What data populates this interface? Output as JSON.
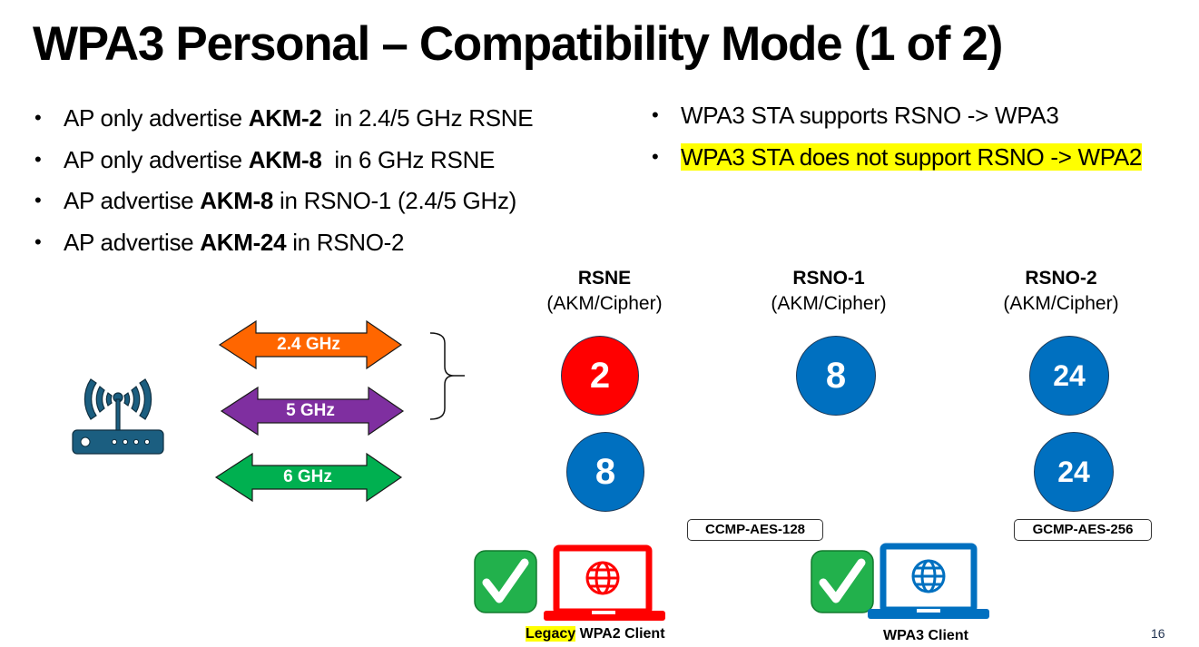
{
  "slide": {
    "title": "WPA3 Personal – Compatibility Mode (1 of 2)",
    "page_number": "16"
  },
  "left_bullets": [
    {
      "pre": "AP only advertise ",
      "bold": "AKM-2",
      "post": "  in 2.4/5 GHz RSNE"
    },
    {
      "pre": "AP only advertise ",
      "bold": "AKM-8",
      "post": "  in 6 GHz RSNE"
    },
    {
      "pre": "AP advertise ",
      "bold": "AKM-8",
      "post": " in RSNO-1 (2.4/5 GHz)"
    },
    {
      "pre": "AP advertise ",
      "bold": "AKM-24",
      "post": " in RSNO-2"
    }
  ],
  "right_bullets": [
    {
      "text": "WPA3 STA supports RSNO -> WPA3",
      "highlighted": false
    },
    {
      "text": "WPA3 STA does not support RSNO -> WPA2",
      "highlighted": true
    }
  ],
  "bands": [
    {
      "label": "2.4 GHz",
      "color": "#ff6600"
    },
    {
      "label": "5 GHz",
      "color": "#7f2fa0"
    },
    {
      "label": "6 GHz",
      "color": "#00b050"
    }
  ],
  "columns": [
    {
      "name": "RSNE",
      "sub": "(AKM/Cipher)",
      "akm_24_5": "2",
      "akm_6": "8",
      "cipher": ""
    },
    {
      "name": "RSNO-1",
      "sub": "(AKM/Cipher)",
      "akm_24_5": "8",
      "akm_6": "",
      "cipher": "CCMP-AES-128"
    },
    {
      "name": "RSNO-2",
      "sub": "(AKM/Cipher)",
      "akm_24_5": "24",
      "akm_6": "24",
      "cipher": "GCMP-AES-256"
    }
  ],
  "colors": {
    "legacy_akm": "#ff0000",
    "wpa3_akm": "#0070c0",
    "router": "#1b5e80",
    "check_green": "#22b14c",
    "legacy_client": "#ff0000",
    "wpa3_client": "#0070c0",
    "highlight": "#ffff00"
  },
  "clients": [
    {
      "highlight_word": "Legacy",
      "label": " WPA2 Client",
      "status": "connected"
    },
    {
      "highlight_word": "",
      "label": "WPA3 Client",
      "status": "connected"
    }
  ]
}
